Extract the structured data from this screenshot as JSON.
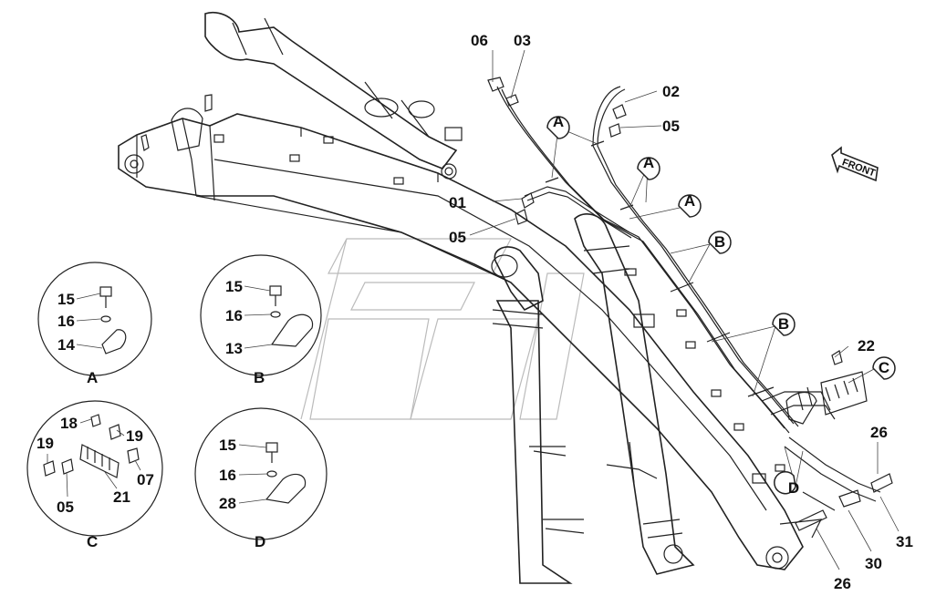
{
  "callouts": [
    {
      "id": "c06",
      "text": "06"
    },
    {
      "id": "c03",
      "text": "03"
    },
    {
      "id": "c02",
      "text": "02"
    },
    {
      "id": "c05a",
      "text": "05"
    },
    {
      "id": "c01",
      "text": "01"
    },
    {
      "id": "c05b",
      "text": "05"
    },
    {
      "id": "c22",
      "text": "22"
    },
    {
      "id": "c26a",
      "text": "26"
    },
    {
      "id": "c31",
      "text": "31"
    },
    {
      "id": "c30",
      "text": "30"
    },
    {
      "id": "c26b",
      "text": "26"
    }
  ],
  "markers": [
    {
      "id": "mA1",
      "text": "A"
    },
    {
      "id": "mA2",
      "text": "A"
    },
    {
      "id": "mA3",
      "text": "A"
    },
    {
      "id": "mB1",
      "text": "B"
    },
    {
      "id": "mB2",
      "text": "B"
    },
    {
      "id": "mC",
      "text": "C"
    },
    {
      "id": "mD",
      "text": "D"
    }
  ],
  "front_label": "FRONT",
  "details": [
    {
      "key": "A",
      "title": "A",
      "parts": [
        "15",
        "16",
        "14"
      ]
    },
    {
      "key": "B",
      "title": "B",
      "parts": [
        "15",
        "16",
        "13"
      ]
    },
    {
      "key": "C",
      "title": "C",
      "parts": [
        "18",
        "19",
        "19",
        "07",
        "05",
        "21"
      ]
    },
    {
      "key": "D",
      "title": "D",
      "parts": [
        "15",
        "16",
        "28"
      ]
    }
  ]
}
